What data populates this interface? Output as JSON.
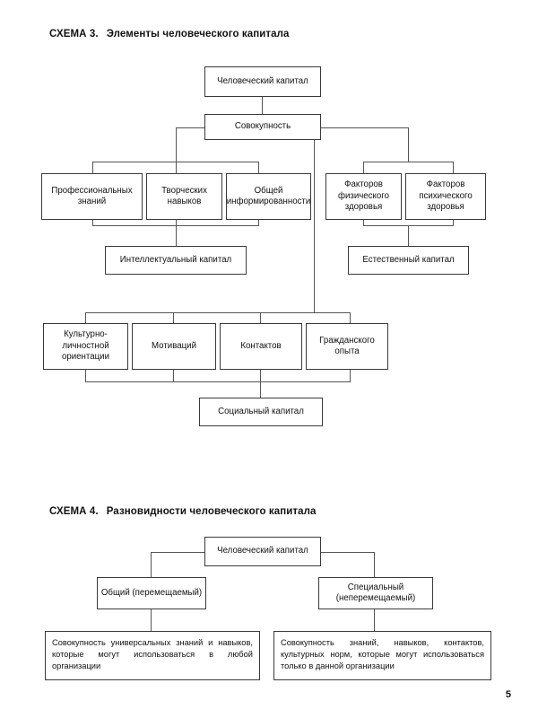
{
  "document": {
    "page_number": "5",
    "colors": {
      "text": "#111111",
      "box_border": "#3a3a3a",
      "connector": "#555555",
      "background": "#ffffff"
    }
  },
  "scheme3": {
    "number_label": "СХЕМА 3.",
    "title": "Элементы человеческого капитала",
    "root": "Человеческий капитал",
    "subroot": "Совокупность",
    "left_branch": [
      "Профессиональных знаний",
      "Творческих навыков",
      "Общей информированности"
    ],
    "left_result": "Интеллектуальный капитал",
    "right_branch": [
      "Факторов физического здоровья",
      "Факторов психического здоровья"
    ],
    "right_result": "Естественный капитал",
    "bottom_branch": [
      "Культурно-личностной ориентации",
      "Мотиваций",
      "Контактов",
      "Гражданского опыта"
    ],
    "bottom_result": "Социальный капитал"
  },
  "scheme4": {
    "number_label": "СХЕМА 4.",
    "title": "Разновидности человеческого капитала",
    "root": "Человеческий капитал",
    "left_type": "Общий (перемещаемый)",
    "right_type": "Специальный (неперемещаемый)",
    "left_description": "Совокупность универсальных знаний и навыков, которые могут использоваться в любой организации",
    "right_description": "Совокупность знаний, навыков, контактов, культурных норм, которые могут использоваться только в данной организации"
  }
}
